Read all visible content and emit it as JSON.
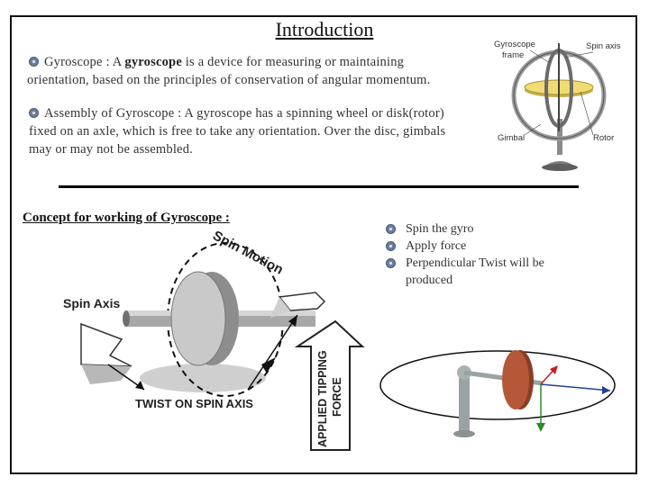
{
  "title": "Introduction",
  "para1": {
    "term": "Gyroscope :",
    "text_a": " A ",
    "bold_word": "gyroscope",
    "text_b": " is a device for measuring or maintaining",
    "line2": "orientation, based on the principles of conservation of angular momentum."
  },
  "para2": {
    "term": "Assembly of Gyroscope :",
    "line1": " A gyroscope has a spinning wheel or disk(rotor)",
    "line2": "fixed on an axle, which is free to take any orientation.  Over the disc, gimbals",
    "line3": "may or may not be assembled."
  },
  "gyro_diagram": {
    "labels": {
      "frame": "Gyroscope frame",
      "frame_l1": "Gyroscope",
      "frame_l2": "frame",
      "spin_axis": "Spin axis",
      "gimbal": "Gimbal",
      "rotor": "Rotor"
    }
  },
  "concept_heading": "Concept for working of Gyroscope :",
  "concept_diagram": {
    "spin_axis": "Spin Axis",
    "spin_motion": "Spin Motion",
    "twist": "TWIST ON SPIN AXIS",
    "applied_l1": "APPLIED TIPPING",
    "applied_l2": "FORCE"
  },
  "steps": [
    "Spin the gyro",
    "Apply force",
    "Perpendicular Twist will be",
    "produced"
  ],
  "colors": {
    "bullet": "#6d7fa0",
    "rotor": "#b5583a",
    "gimbal_yellow": "#e8d468"
  }
}
